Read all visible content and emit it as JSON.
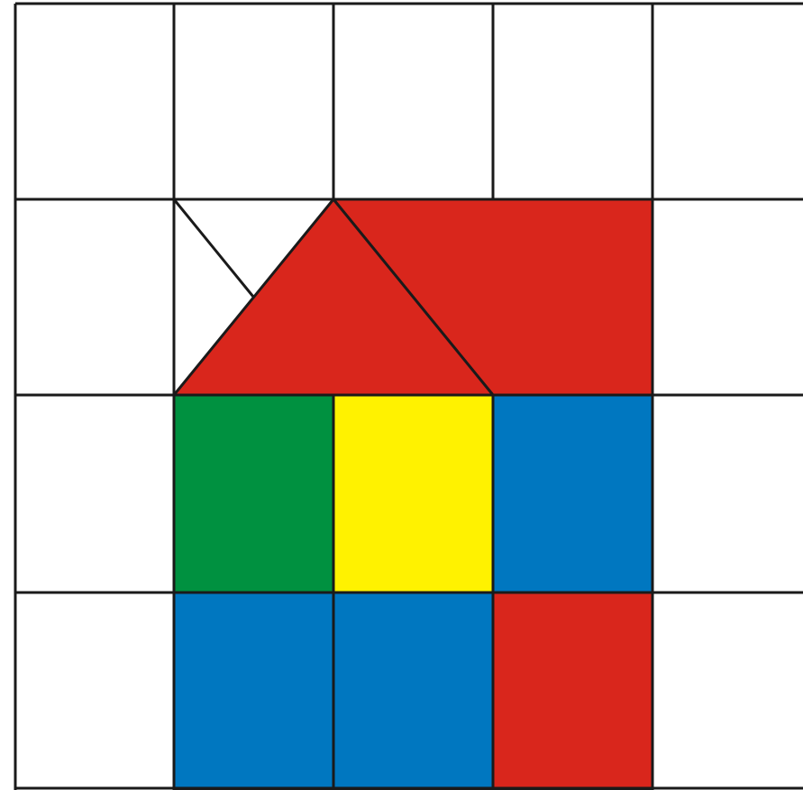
{
  "colors": {
    "background": "#ffffff",
    "line": "#1a1a1a",
    "red": "#d9261c",
    "green": "#009140",
    "yellow": "#fff200",
    "blue": "#0077c0"
  },
  "grid": {
    "columns": 5,
    "rows": 4
  },
  "pieces": [
    {
      "id": "roof-triangle",
      "shape": "triangle",
      "color": "red"
    },
    {
      "id": "roof-parallelogram",
      "shape": "parallelogram",
      "color": "red"
    },
    {
      "id": "small-triangle-outline",
      "shape": "triangle",
      "color": "none"
    },
    {
      "id": "cell-green",
      "shape": "square",
      "color": "green"
    },
    {
      "id": "cell-yellow",
      "shape": "square",
      "color": "yellow"
    },
    {
      "id": "cell-blue-top-right",
      "shape": "square",
      "color": "blue"
    },
    {
      "id": "cell-blue-bottom-left",
      "shape": "square",
      "color": "blue"
    },
    {
      "id": "cell-blue-bottom-middle",
      "shape": "square",
      "color": "blue"
    },
    {
      "id": "cell-red-bottom-right",
      "shape": "square",
      "color": "red"
    }
  ]
}
